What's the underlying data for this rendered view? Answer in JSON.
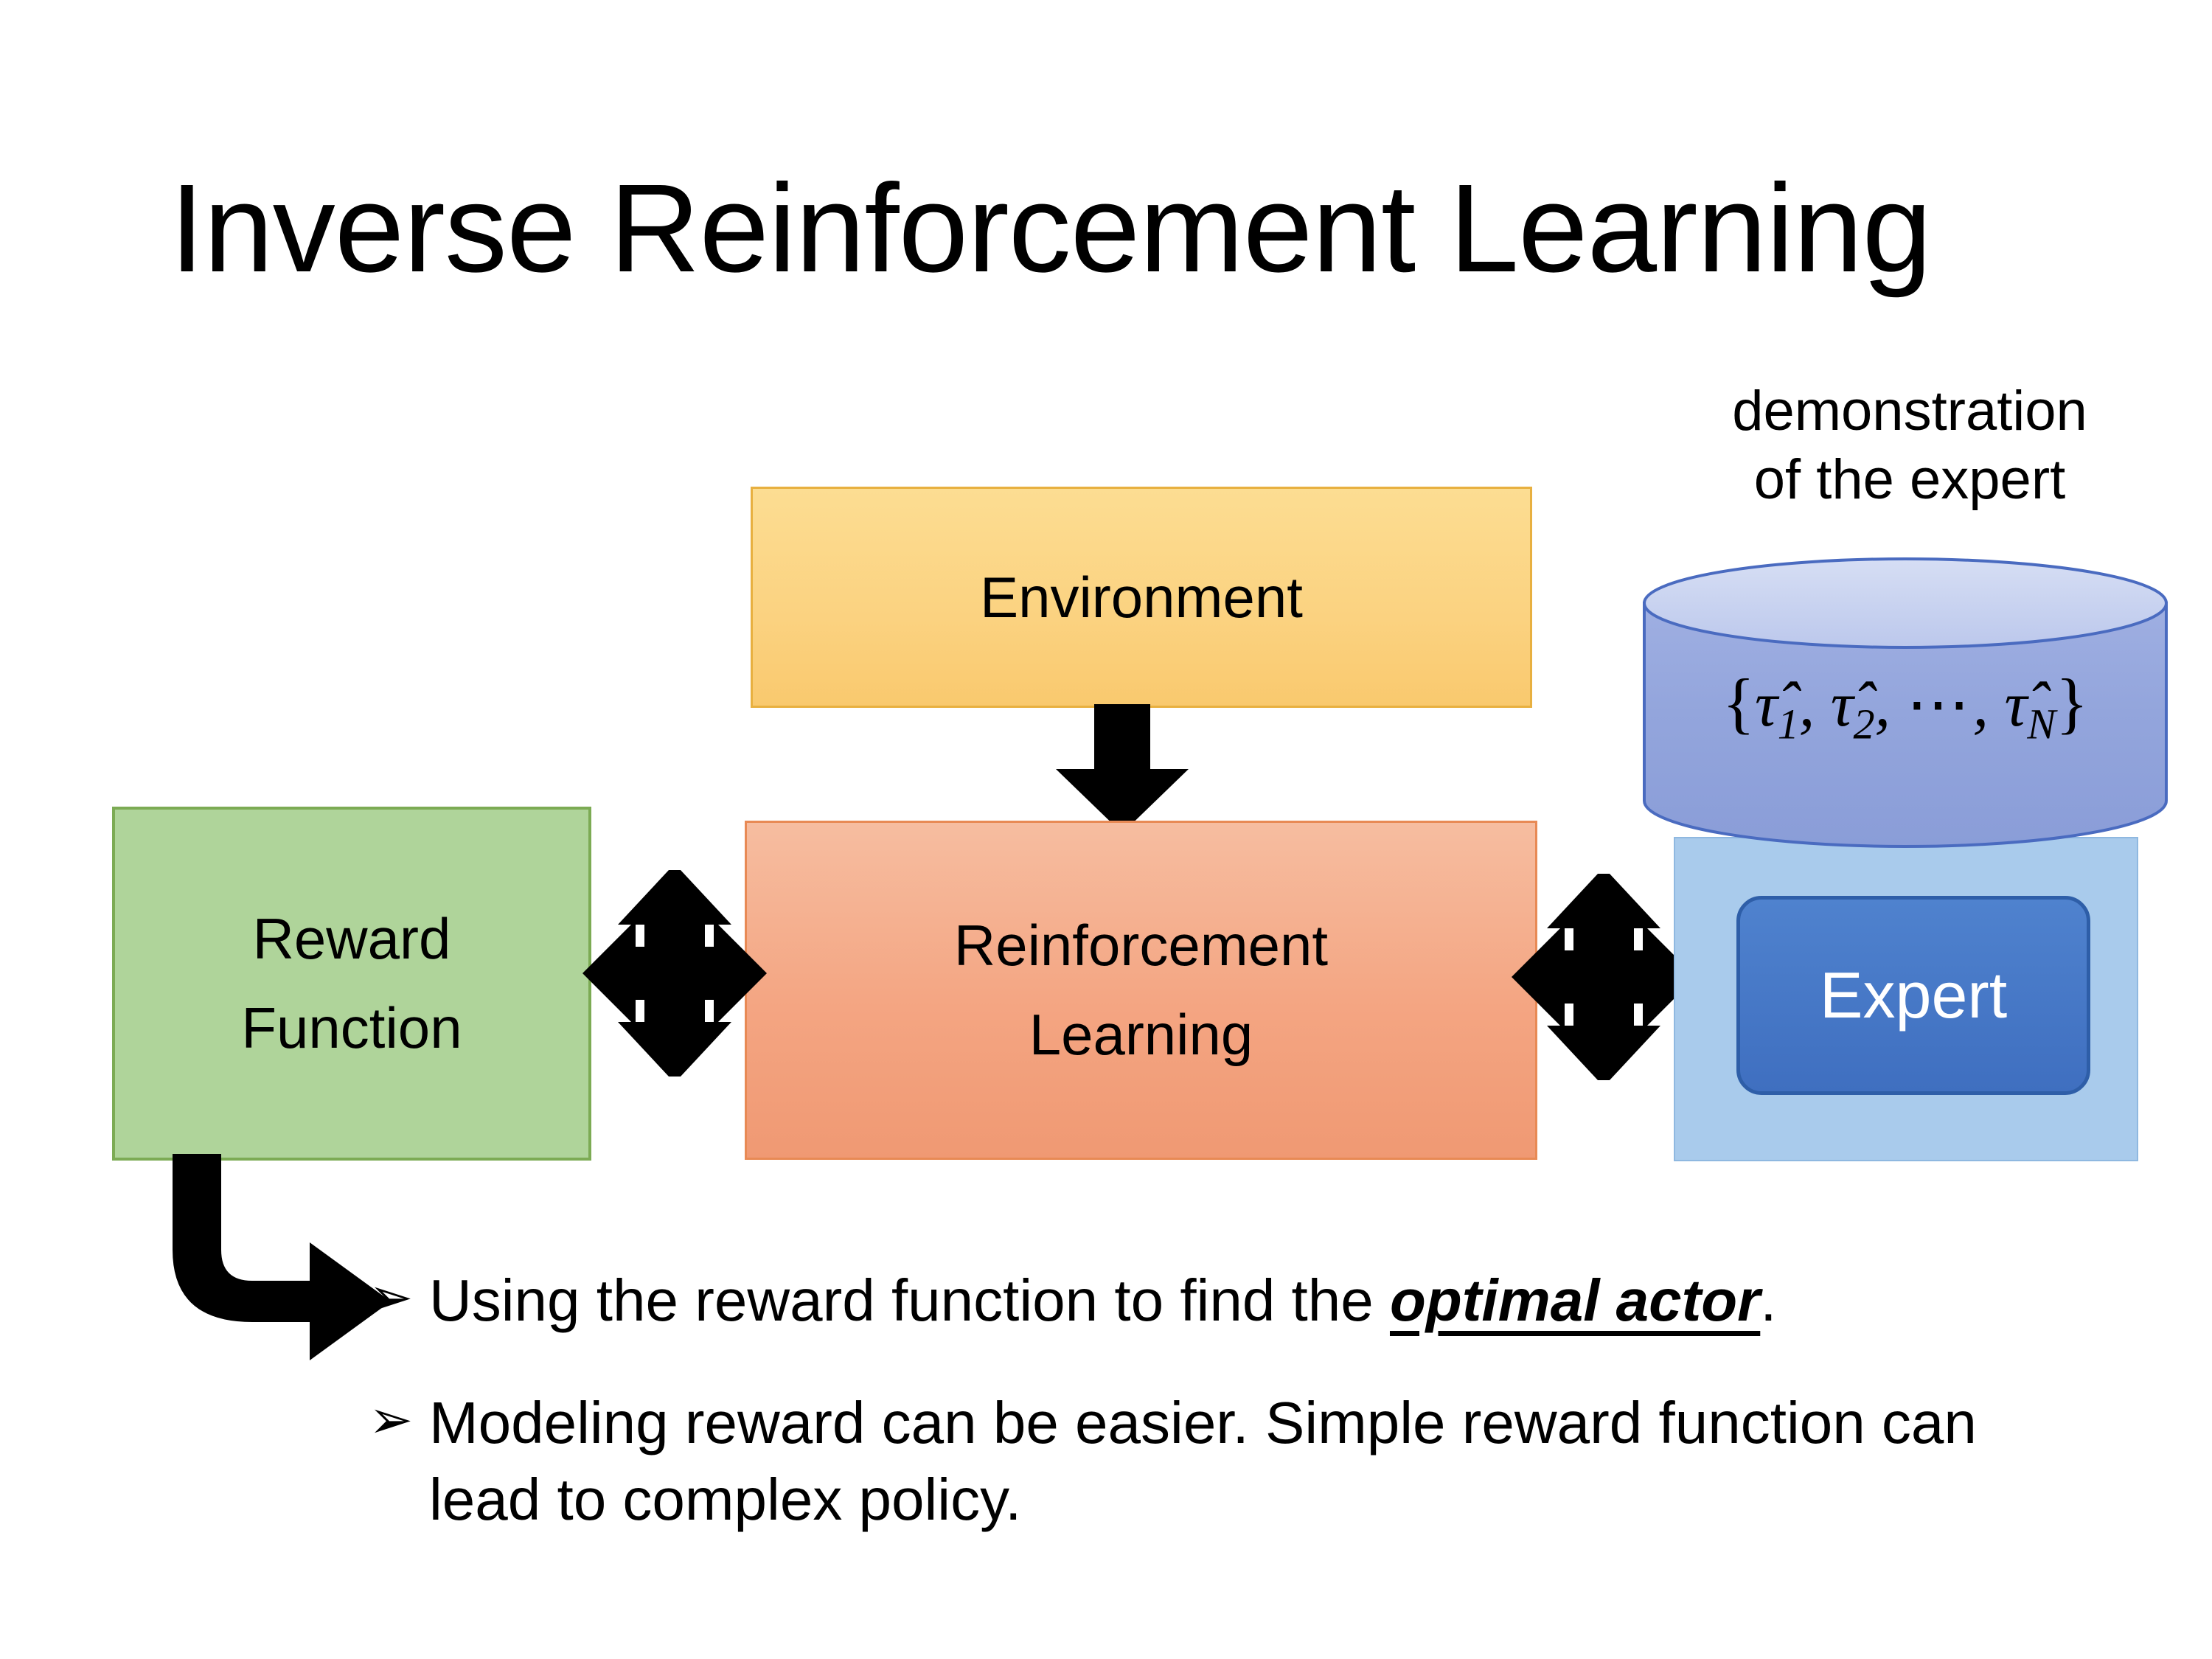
{
  "slide": {
    "title": "Inverse Reinforcement Learning",
    "background_color": "#FFFFFF"
  },
  "diagram": {
    "environment": {
      "label": "Environment",
      "fill_color": "#FBD280",
      "border_color": "#E8B040"
    },
    "reinforcement_learning": {
      "label_line1": "Reinforcement",
      "label_line2": "Learning",
      "fill_color": "#F4A582",
      "border_color": "#E88A55"
    },
    "reward_function": {
      "label_line1": "Reward",
      "label_line2": "Function",
      "fill_color": "#AFD49A",
      "border_color": "#7CAB54"
    },
    "expert_group": {
      "caption_line1": "demonstration",
      "caption_line2": "of the expert",
      "database": {
        "formula_open": "{",
        "tau1": "τ̂",
        "sub1": "1",
        "comma1": ", ",
        "tau2": "τ̂",
        "sub2": "2",
        "comma2": ", ",
        "dots": "⋯",
        "comma3": ", ",
        "tauN": "τ̂",
        "subN": "N",
        "formula_close": "}",
        "formula_plain": "{τ̂1, τ̂2, ⋯, τ̂N}",
        "body_color": "#92A4DC",
        "top_color": "#CFD9F0",
        "stroke_color": "#4A6BC0"
      },
      "expert_box": {
        "label": "Expert",
        "fill_color": "#4472C4",
        "border_color": "#2E5EA8",
        "text_color": "#FFFFFF"
      },
      "backing": {
        "fill_color": "#A9CBEC",
        "border_color": "#8FB8E0"
      }
    },
    "arrows": {
      "environment_to_rl": "down-arrow",
      "reward_to_rl": "left-right-double-arrow",
      "rl_to_expert": "left-right-double-arrow",
      "reward_to_bullet": "elbow-arrow",
      "color": "#000000"
    }
  },
  "bullets": {
    "marker": "➢",
    "items": [
      {
        "text_before": "Using the reward function to find the ",
        "emphasis": "optimal actor",
        "text_after": "."
      },
      {
        "text_before": "Modeling reward can be easier. Simple reward function can lead to complex policy.",
        "emphasis": "",
        "text_after": ""
      }
    ]
  }
}
